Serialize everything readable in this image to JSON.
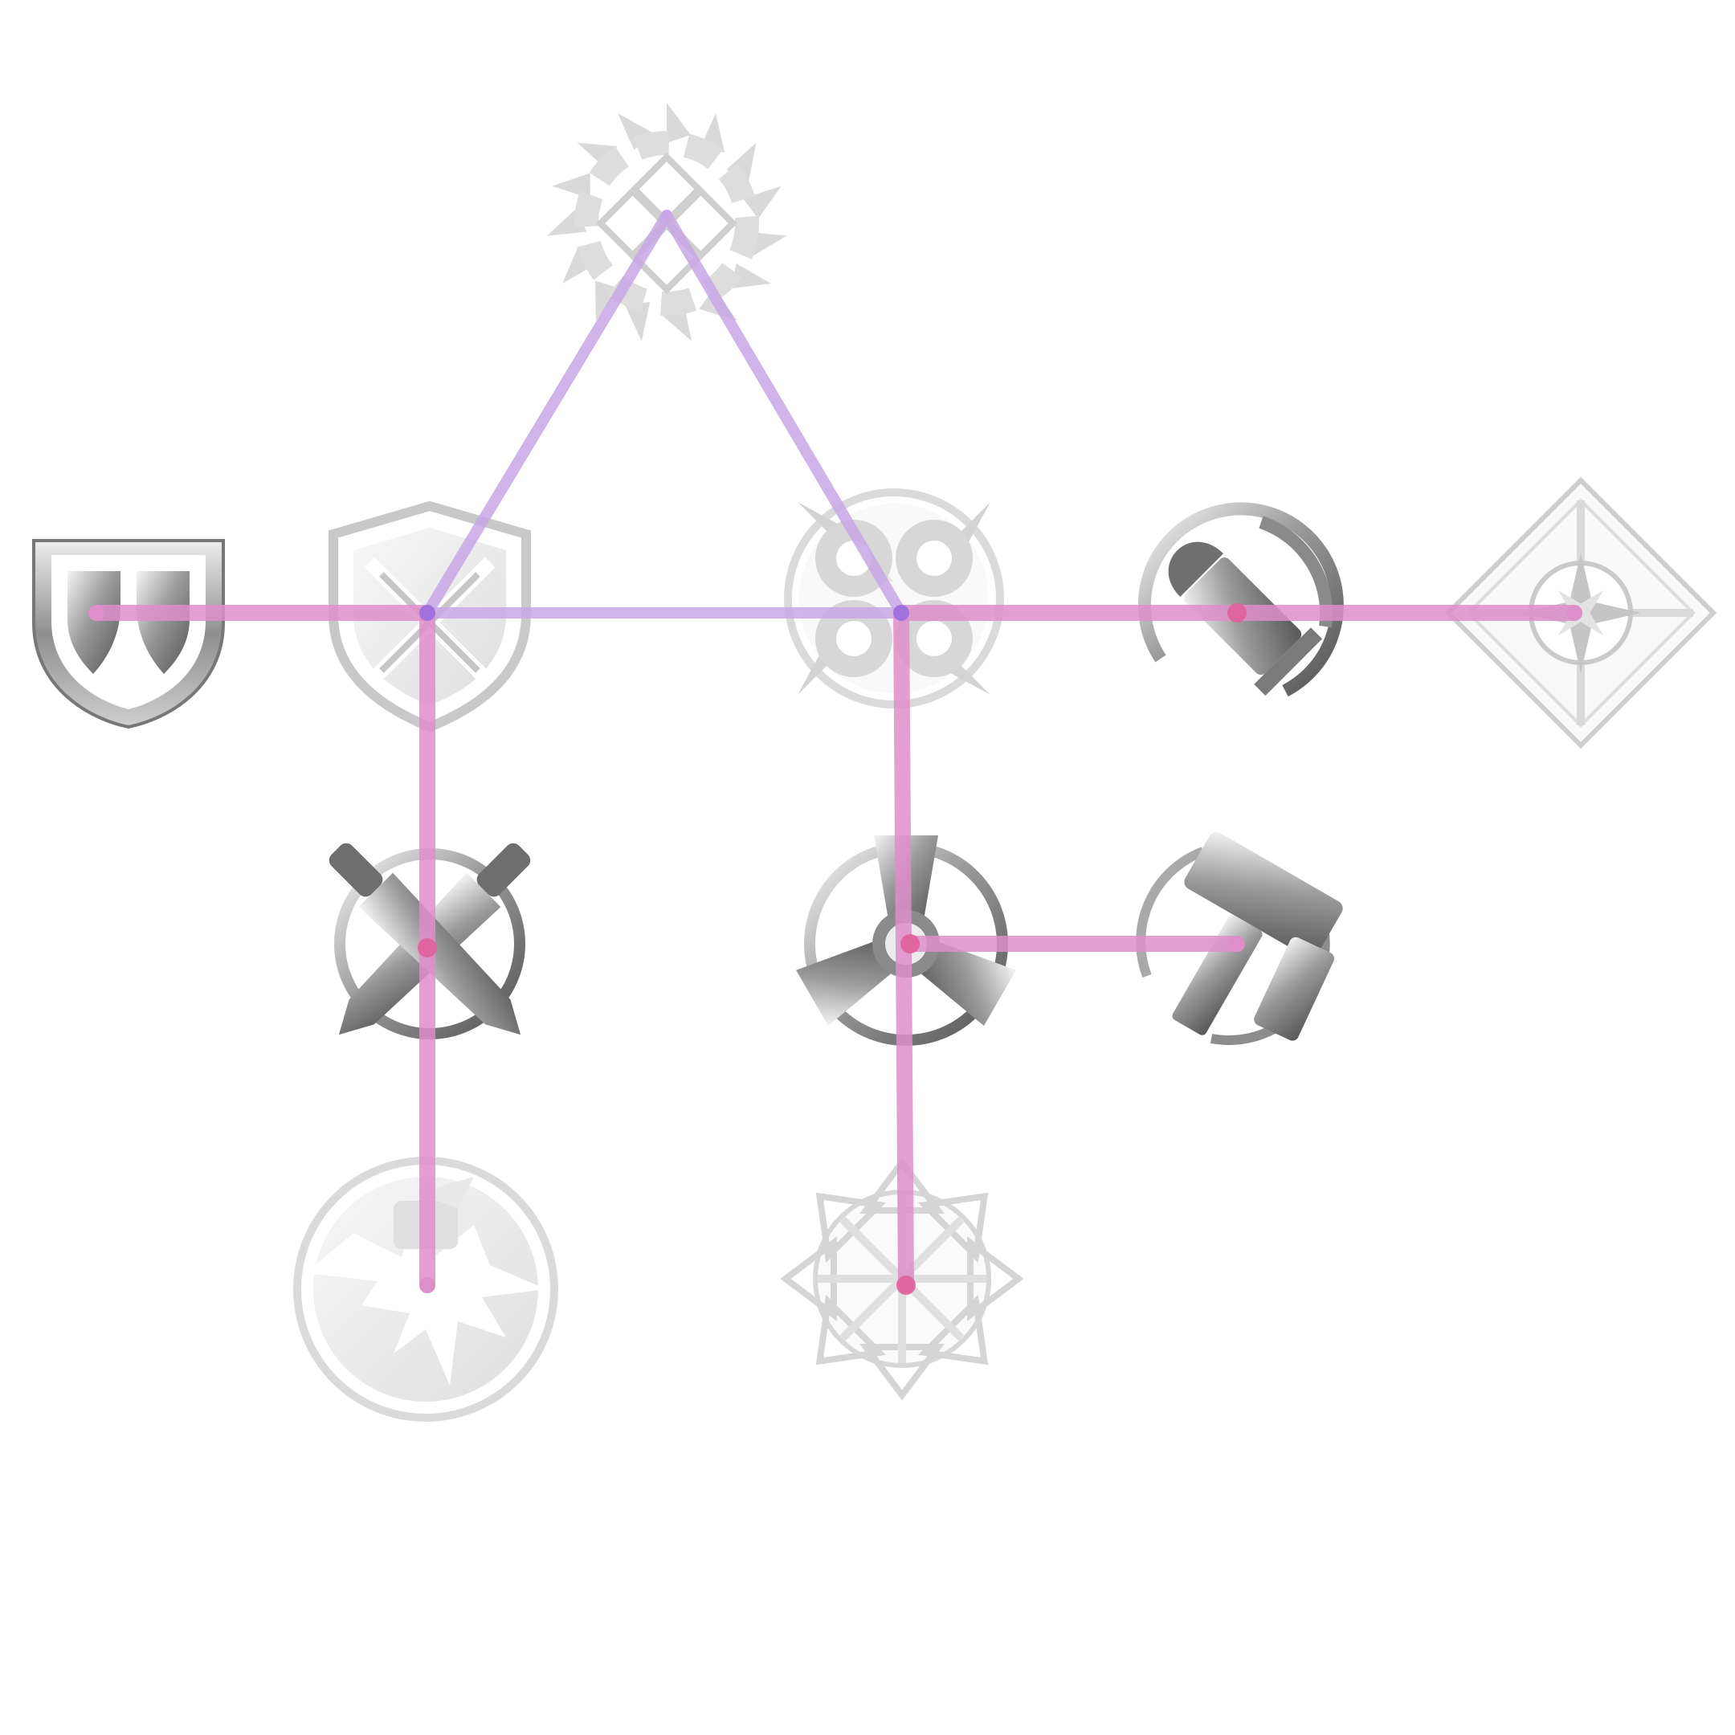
{
  "colors": {
    "background": "#ffffff",
    "link_primary": "#de8ec9",
    "link_secondary": "#c8a6e4",
    "node_dot_primary": "#e0609a",
    "node_dot_secondary": "#9a6fe0",
    "icon_dark": "#6f6f6f",
    "icon_mid": "#a8a8a8",
    "icon_light": "#d0d0d0"
  },
  "nodes": [
    {
      "id": "shield",
      "icon": "shield-icon",
      "state": "unlocked"
    },
    {
      "id": "crossed-swords-shield",
      "icon": "crossed-swords-shield-icon",
      "state": "faded"
    },
    {
      "id": "sawblade-knot",
      "icon": "sawblade-knot-icon",
      "state": "faded"
    },
    {
      "id": "shuriken",
      "icon": "shuriken-icon",
      "state": "faded"
    },
    {
      "id": "bullet-cycle",
      "icon": "bullet-cycle-icon",
      "state": "unlocked"
    },
    {
      "id": "compass-star",
      "icon": "compass-star-icon",
      "state": "faded"
    },
    {
      "id": "crossed-knives",
      "icon": "crossed-knives-icon",
      "state": "unlocked"
    },
    {
      "id": "propeller-wheel",
      "icon": "propeller-wheel-icon",
      "state": "unlocked"
    },
    {
      "id": "hammer-cycle",
      "icon": "hammer-cycle-icon",
      "state": "unlocked"
    },
    {
      "id": "fist-burst",
      "icon": "fist-burst-icon",
      "state": "faded"
    },
    {
      "id": "snowflake-wheel",
      "icon": "snowflake-wheel-icon",
      "state": "faded"
    }
  ],
  "links": [
    {
      "from": "shield",
      "to": "crossed-swords-shield",
      "type": "primary"
    },
    {
      "from": "crossed-swords-shield",
      "to": "shuriken",
      "type": "secondary"
    },
    {
      "from": "shuriken",
      "to": "compass-star",
      "type": "primary"
    },
    {
      "from": "crossed-swords-shield",
      "to": "sawblade-knot",
      "type": "secondary"
    },
    {
      "from": "sawblade-knot",
      "to": "shuriken",
      "type": "secondary"
    },
    {
      "from": "crossed-swords-shield",
      "to": "fist-burst",
      "type": "primary"
    },
    {
      "from": "shuriken",
      "to": "snowflake-wheel",
      "type": "primary"
    },
    {
      "from": "propeller-wheel",
      "to": "hammer-cycle",
      "type": "primary"
    }
  ]
}
